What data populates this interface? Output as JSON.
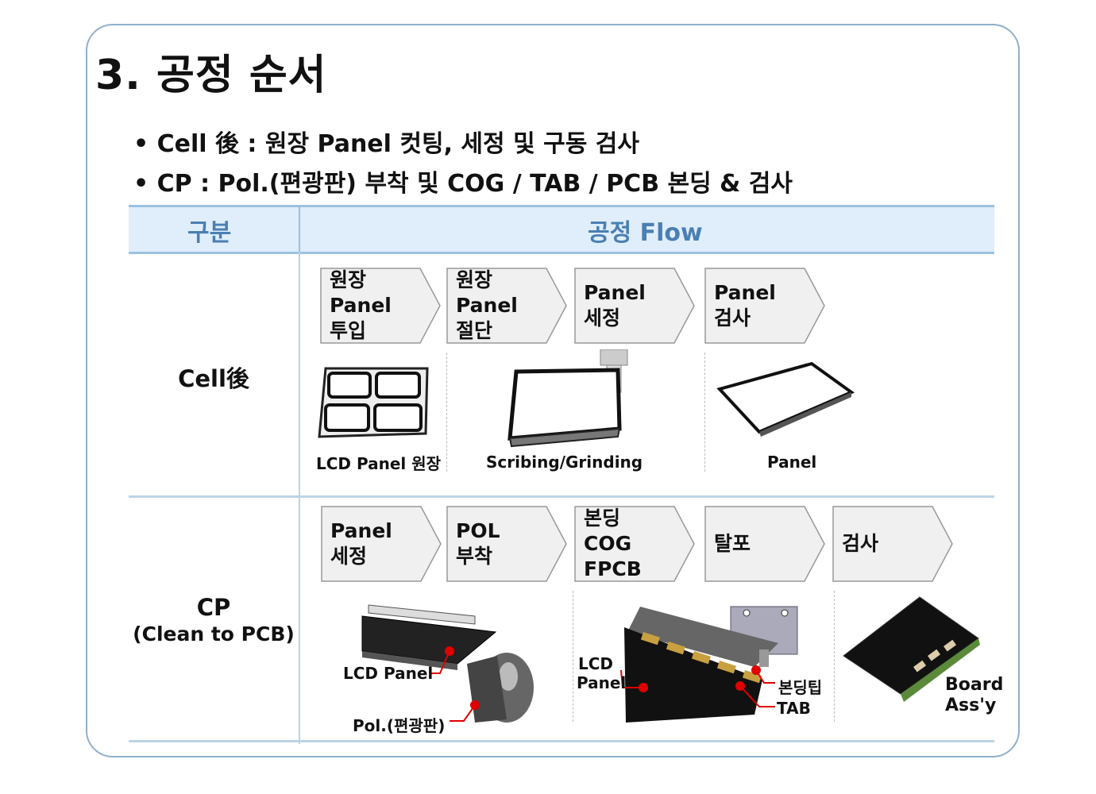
{
  "title": "3. 공정 순서",
  "bullets": [
    "• Cell 後 : 원장 Panel 컷팅, 세정 및 구동 검사",
    "• CP : Pol.(편광판) 부착 및 COG / TAB / PCB 본딩 & 검사"
  ],
  "table": {
    "col1_header": "구분",
    "col2_header": "공정 Flow"
  },
  "cell_row": {
    "label": "Cell後",
    "steps": [
      {
        "lines": [
          "원장",
          "Panel",
          "투입"
        ]
      },
      {
        "lines": [
          "원장",
          "Panel",
          "절단"
        ]
      },
      {
        "lines": [
          "Panel",
          "세정"
        ]
      },
      {
        "lines": [
          "Panel",
          "검사"
        ]
      }
    ],
    "captions": [
      "LCD Panel 원장",
      "Scribing/Grinding",
      "Panel"
    ]
  },
  "cp_row": {
    "label": "CP",
    "sublabel": "(Clean to PCB)",
    "steps": [
      {
        "lines": [
          "Panel",
          "세정"
        ]
      },
      {
        "lines": [
          "POL",
          "부착"
        ]
      },
      {
        "lines": [
          "본딩",
          "COG",
          "FPCB"
        ]
      },
      {
        "lines": [
          "탈포"
        ]
      },
      {
        "lines": [
          "검사"
        ]
      }
    ],
    "callouts": {
      "lcd_panel": "LCD Panel",
      "pol": "Pol.(편광판)",
      "lcd_panel_2_line1": "LCD",
      "lcd_panel_2_line2": "Panel",
      "bonding_tip": "본딩팁",
      "tab": "TAB",
      "board_line1": "Board",
      "board_line2": "Ass'y"
    }
  },
  "colors": {
    "frame_border": "#8fb0cc",
    "header_bg": "#dfeefa",
    "header_text": "#4b7fb3",
    "chevron_fill": "#f0f0f0",
    "callout_red": "#e00000"
  }
}
